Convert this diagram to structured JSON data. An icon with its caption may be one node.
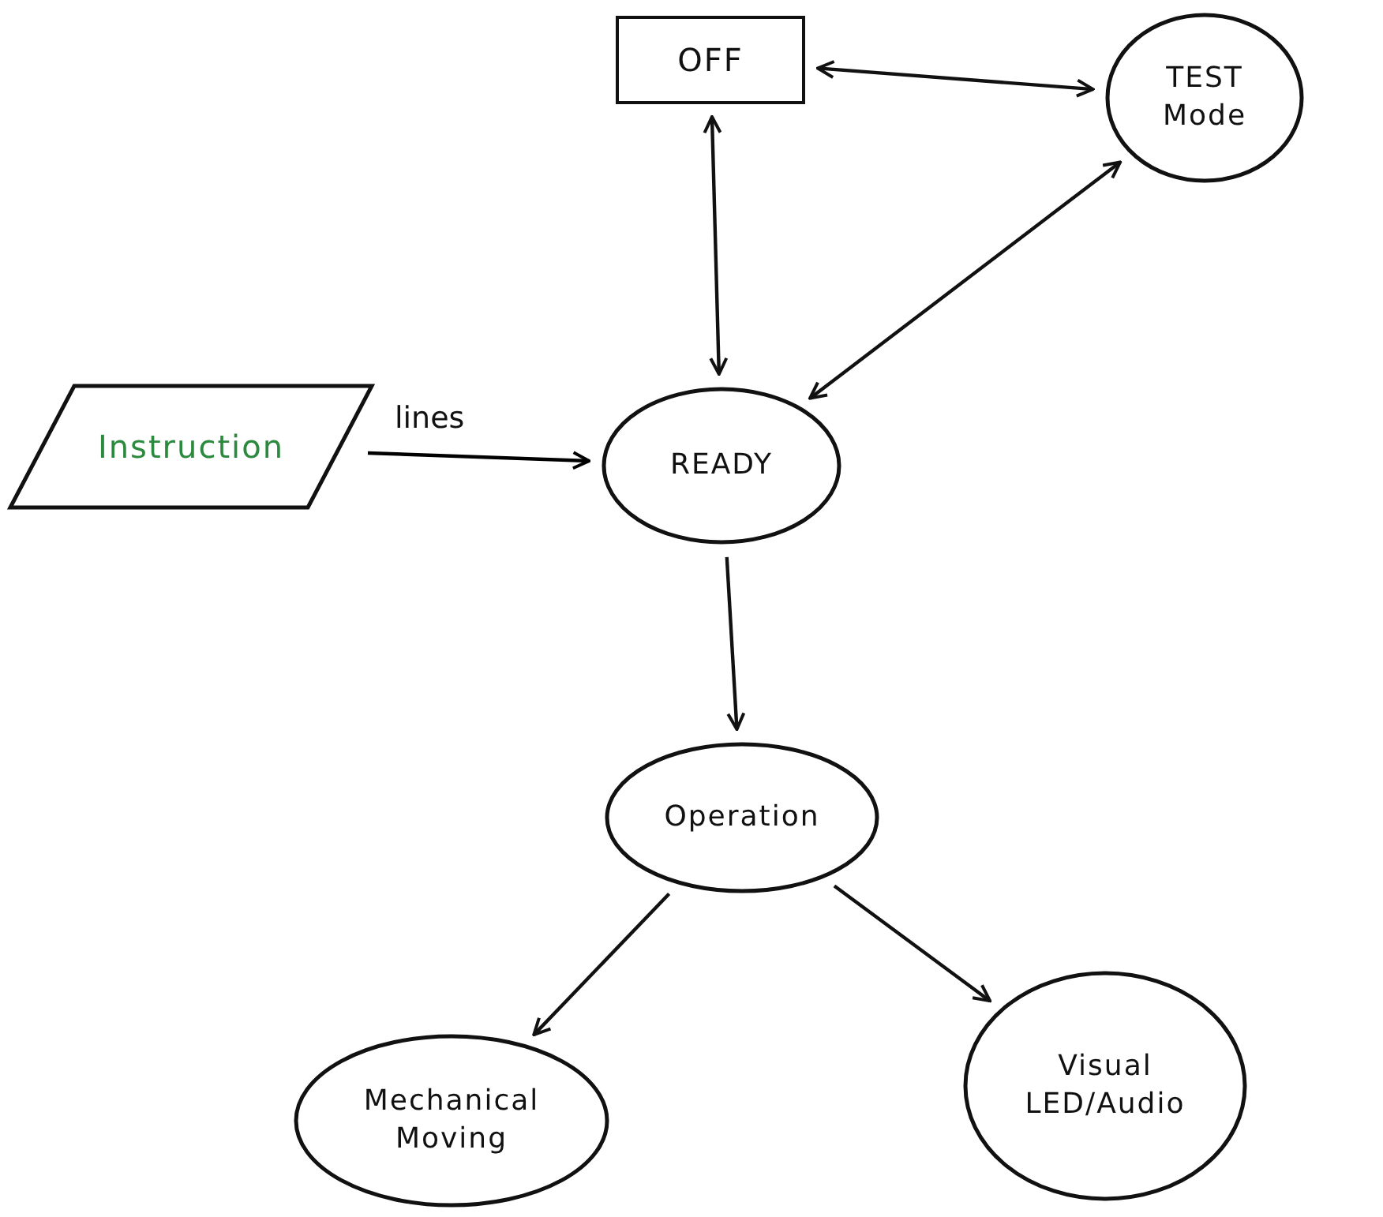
{
  "diagram": {
    "nodes": [
      {
        "text": [
          "OFF"
        ]
      },
      {
        "text": [
          "TEST Mode"
        ]
      },
      {
        "text": [
          "Instruction"
        ]
      },
      {
        "text": [
          "READY"
        ]
      },
      {
        "text": [
          "Operation"
        ]
      },
      {
        "text": [
          "Mechanical Moving"
        ]
      },
      {
        "text": [
          "Visual LED/Audio"
        ]
      }
    ],
    "edges": [
      {
        "from": 0,
        "to": 1,
        "arrow": "both"
      },
      {
        "from": 0,
        "to": 3,
        "arrow": "both"
      },
      {
        "from": 1,
        "to": 3,
        "arrow": "both"
      },
      {
        "from": 2,
        "to": 3,
        "arrow": "to",
        "label": "lines",
        "color": "#000000"
      },
      {
        "from": 3,
        "to": 4,
        "arrow": "to"
      },
      {
        "from": 4,
        "to": 5,
        "arrow": "to"
      },
      {
        "from": 4,
        "to": 6,
        "arrow": "to"
      }
    ]
  }
}
